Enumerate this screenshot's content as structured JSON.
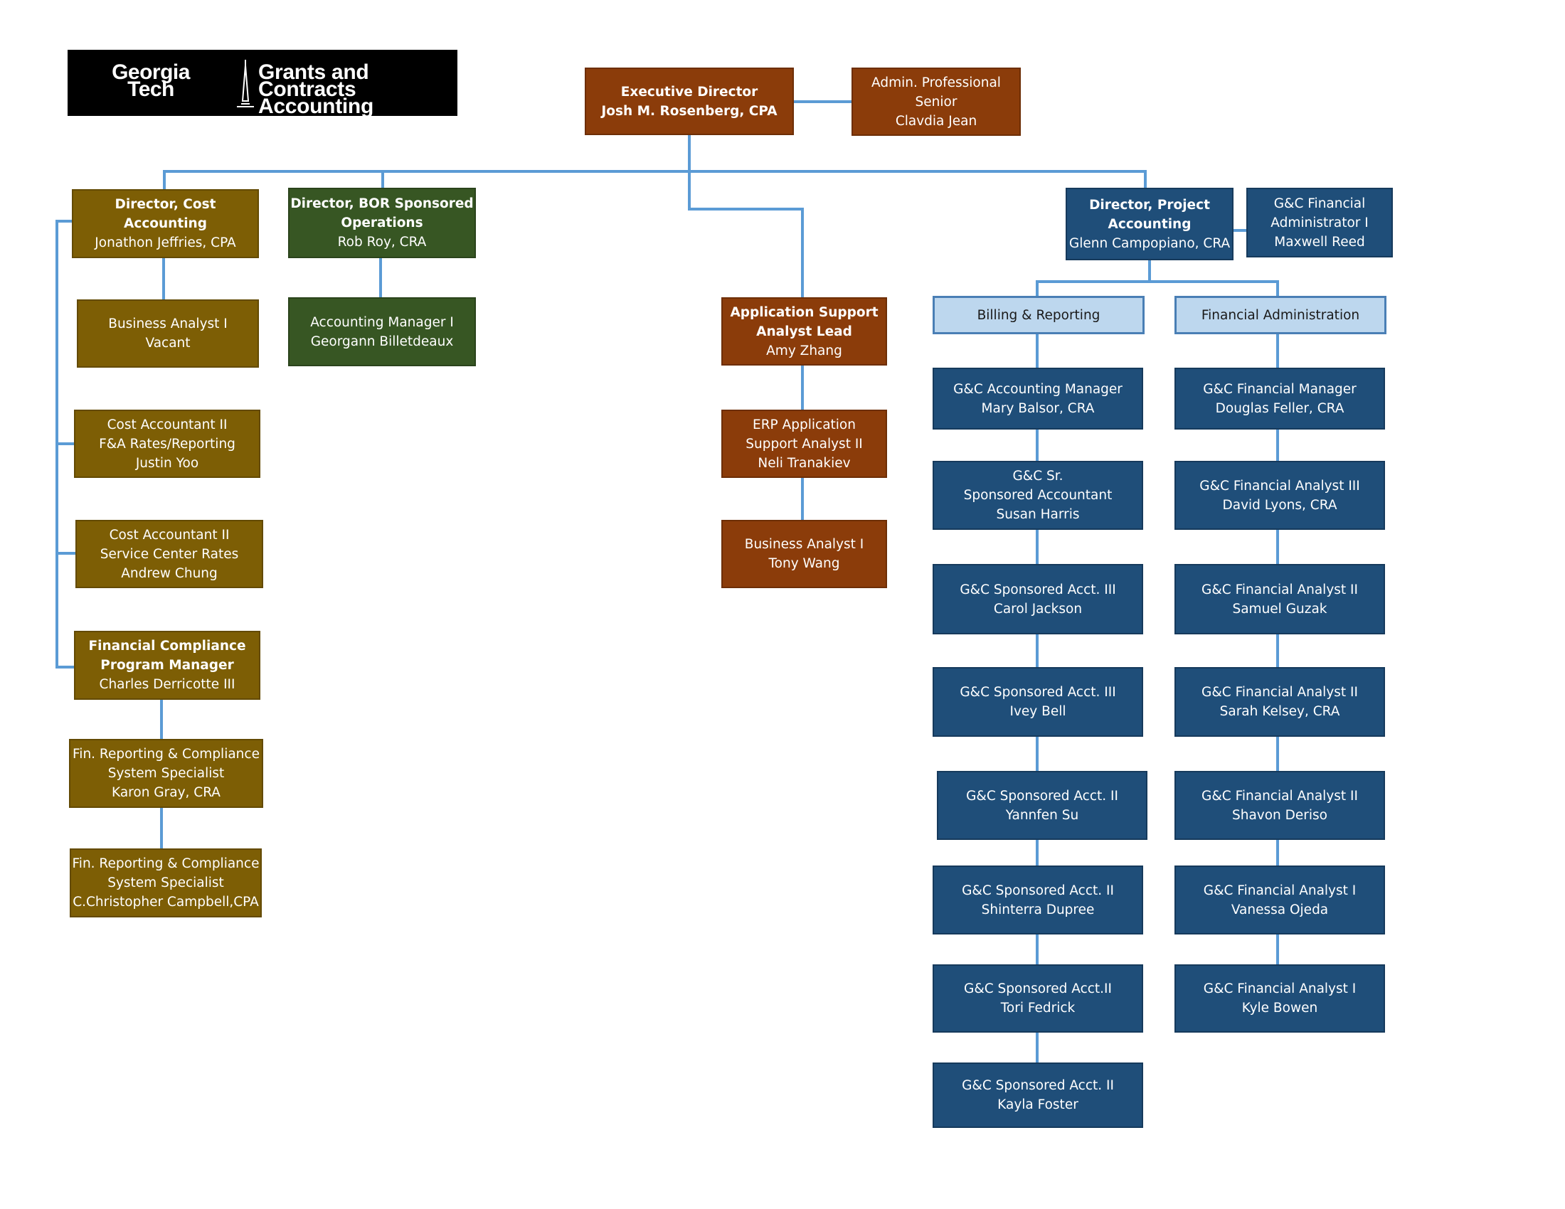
{
  "logo": {
    "line1": "Georgia",
    "line2": "Tech",
    "unit_line1": "Grants and Contracts",
    "unit_line2": "Accounting"
  },
  "executive_director": {
    "title": "Executive Director",
    "name": "Josh  M. Rosenberg, CPA"
  },
  "admin_professional": {
    "title1": "Admin. Professional",
    "title2": "Senior",
    "name": "Clavdia Jean"
  },
  "cost_accounting": {
    "director": {
      "title1": "Director, Cost",
      "title2": "Accounting",
      "name": "Jonathon Jeffries, CPA"
    },
    "business_analyst": {
      "title": "Business Analyst I",
      "name": "Vacant"
    },
    "cost_accountant_fa": {
      "title1": "Cost Accountant II",
      "title2": "F&A Rates/Reporting",
      "name": "Justin Yoo"
    },
    "cost_accountant_sc": {
      "title1": "Cost Accountant II",
      "title2": "Service Center Rates",
      "name": "Andrew Chung"
    },
    "compliance_manager": {
      "title1": "Financial Compliance",
      "title2": "Program Manager",
      "name": "Charles Derricotte III"
    },
    "specialist_1": {
      "title1": "Fin. Reporting & Compliance",
      "title2": "System Specialist",
      "name": "Karon Gray, CRA"
    },
    "specialist_2": {
      "title1": "Fin. Reporting & Compliance",
      "title2": "System Specialist",
      "name": "C.Christopher Campbell,CPA"
    }
  },
  "bor": {
    "director": {
      "title1": "Director, BOR Sponsored",
      "title2": "Operations",
      "name": "Rob Roy, CRA"
    },
    "manager": {
      "title": "Accounting Manager I",
      "name": "Georgann Billetdeaux"
    }
  },
  "app_support": {
    "lead": {
      "title1": "Application Support",
      "title2": "Analyst Lead",
      "name": "Amy Zhang"
    },
    "erp": {
      "title1": "ERP Application",
      "title2": "Support Analyst II",
      "name": "Neli Tranakiev"
    },
    "business_analyst": {
      "title": "Business Analyst I",
      "name": "Tony Wang"
    }
  },
  "project_accounting": {
    "director": {
      "title1": "Director, Project",
      "title2": "Accounting",
      "name": "Glenn Campopiano, CRA"
    },
    "fin_admin": {
      "title1": "G&C Financial",
      "title2": "Administrator I",
      "name": "Maxwell Reed"
    },
    "billing_label": "Billing & Reporting",
    "finadmin_label": "Financial Administration",
    "billing": [
      {
        "title": "G&C Accounting Manager",
        "name": "Mary Balsor, CRA"
      },
      {
        "title": "G&C Sr.",
        "title2": "Sponsored Accountant",
        "name": "Susan Harris"
      },
      {
        "title": "G&C Sponsored Acct. III",
        "name": "Carol Jackson"
      },
      {
        "title": "G&C Sponsored Acct. III",
        "name": "Ivey Bell"
      },
      {
        "title": "G&C Sponsored Acct. II",
        "name": "Yannfen Su"
      },
      {
        "title": "G&C Sponsored Acct. II",
        "name": "Shinterra Dupree"
      },
      {
        "title": "G&C Sponsored Acct.II",
        "name": "Tori Fedrick"
      },
      {
        "title": "G&C Sponsored Acct. II",
        "name": "Kayla Foster"
      }
    ],
    "finadmin": [
      {
        "title": "G&C Financial Manager",
        "name": "Douglas Feller, CRA"
      },
      {
        "title": "G&C Financial Analyst III",
        "name": "David Lyons, CRA"
      },
      {
        "title": "G&C Financial Analyst II",
        "name": "Samuel Guzak"
      },
      {
        "title": "G&C Financial Analyst II",
        "name": "Sarah Kelsey, CRA"
      },
      {
        "title": "G&C Financial Analyst II",
        "name": "Shavon Deriso"
      },
      {
        "title": "G&C Financial Analyst I",
        "name": "Vanessa Ojeda"
      },
      {
        "title": "G&C Financial Analyst I",
        "name": "Kyle Bowen"
      }
    ]
  },
  "colors": {
    "connector": "#5b9bd5",
    "executive": "#8b3c0a",
    "cost": "#7d5e05",
    "bor": "#375623",
    "project": "#1f4e79",
    "section": "#bdd7ee"
  }
}
